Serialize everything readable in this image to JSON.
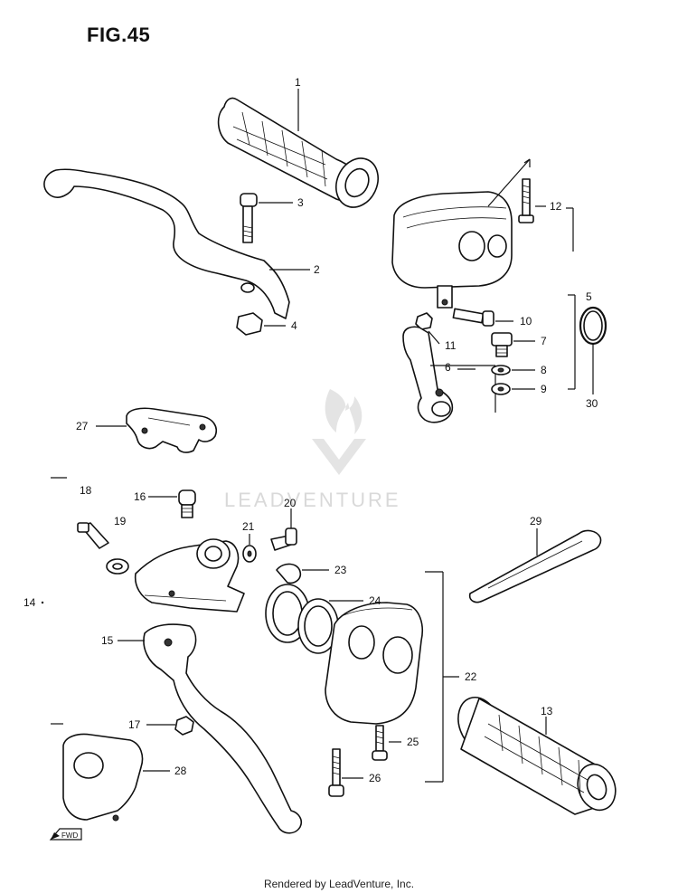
{
  "figure_title": "FIG.45",
  "footer_text": "Rendered by LeadVenture, Inc.",
  "watermark_text": "LEADVENTURE",
  "front_indicator_label": "FWD",
  "callouts": {
    "c1": "1",
    "c2": "2",
    "c3": "3",
    "c4": "4",
    "c5": "5",
    "c6": "6",
    "c7": "7",
    "c8": "8",
    "c9": "9",
    "c10": "10",
    "c11": "11",
    "c12": "12",
    "c13": "13",
    "c14": "14",
    "c15": "15",
    "c16": "16",
    "c17": "17",
    "c18": "18",
    "c19": "19",
    "c20": "20",
    "c21": "21",
    "c22": "22",
    "c23": "23",
    "c24": "24",
    "c25": "25",
    "c26": "26",
    "c27": "27",
    "c28": "28",
    "c29": "29",
    "c30": "30"
  }
}
